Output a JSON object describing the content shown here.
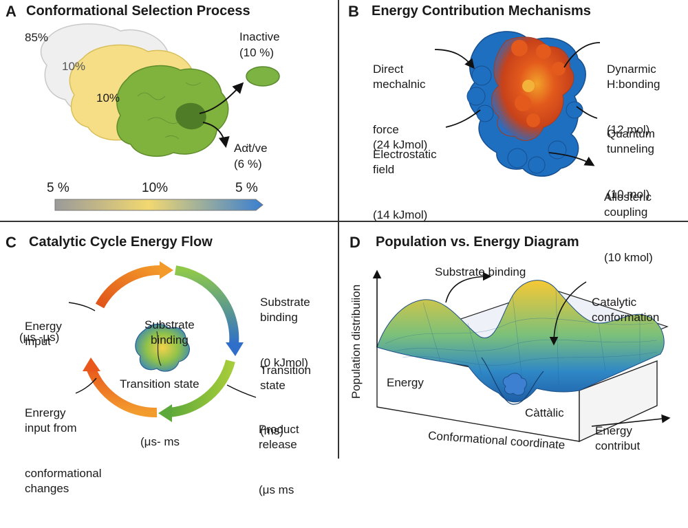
{
  "panels": {
    "a": {
      "letter": "A",
      "title": "Conformational Selection Process",
      "pct_gray": "85%",
      "pct_light": "10%",
      "pct_yellow": "10%",
      "inactive_label": "Inactive",
      "inactive_value": "(10 %)",
      "active_label": "Aα̈t/ve",
      "active_value": "(6 %)",
      "scale_left": "5 %",
      "scale_mid": "10%",
      "scale_right": "5 %"
    },
    "b": {
      "letter": "B",
      "title": "Energy Contribution Mechanisms",
      "direct_lines": [
        "Direct",
        "mechalnic",
        "force",
        "(24 kJmol)"
      ],
      "electro_lines": [
        "Electrostatic",
        "field",
        "(14 kJmol)"
      ],
      "dynamic_lines": [
        "Dynarmic",
        "H:bonding",
        "(12 mol)"
      ],
      "quantum_lines": [
        "Quantum",
        "tunneling",
        "(10 mol)"
      ],
      "allosteric_lines": [
        "Allosteric",
        "coupling",
        "(10 kmol)"
      ]
    },
    "c": {
      "letter": "C",
      "title": "Catalytic Cycle Energy Flow",
      "energy_input_lines": [
        "Energy",
        "Input"
      ],
      "energy_input_time": "(μs -μs)",
      "conf_input_lines": [
        "Enrergy",
        "input from",
        "conformational",
        "changes"
      ],
      "bottom_time": "(μs- ms",
      "center_top_lines": [
        "Substrate",
        "binding"
      ],
      "center_bottom": "Transition state",
      "substrate_lines": [
        "Substrate",
        "binding",
        "(0 kJmol)"
      ],
      "transition_lines": [
        "Transition",
        "state",
        "(ms)"
      ],
      "product_lines": [
        "Product",
        "release",
        "(μs ms"
      ]
    },
    "d": {
      "letter": "D",
      "title": "Population vs. Energy Diagram",
      "yaxis": "Population distribuiion",
      "xaxis": "Conformational coordinate",
      "substrate_binding": "Substrate binding",
      "catalytic_lines": [
        "Catalytic",
        "conformation"
      ],
      "energy_front": "Energy",
      "cattalic": "Càttàlic",
      "energy_contrib_lines": [
        "Energy",
        "contribut"
      ]
    }
  },
  "colors": {
    "inactive_green": "#7cb342",
    "active_green": "#8bc34a",
    "dark_green": "#4e7d2a",
    "yellow": "#f3dc7a",
    "gray_blob": "#eeeeee",
    "protein_blue": "#1f6fc1",
    "protein_orange": "#e0541a",
    "arrow_orange": "#e8681e",
    "arrow_blue": "#2f6fc9"
  }
}
